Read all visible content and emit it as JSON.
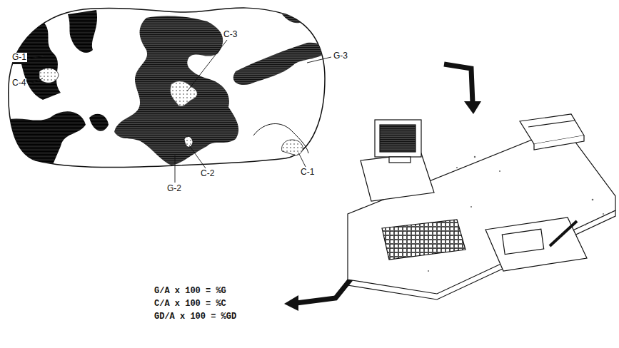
{
  "diagram": {
    "labels": [
      "C-3",
      "G-1",
      "C-4",
      "G-3",
      "C-1",
      "C-2",
      "G-2",
      "G/A x 100 = %G",
      "C/A x 100 = %C",
      "GD/A x 100 = %GD"
    ]
  }
}
